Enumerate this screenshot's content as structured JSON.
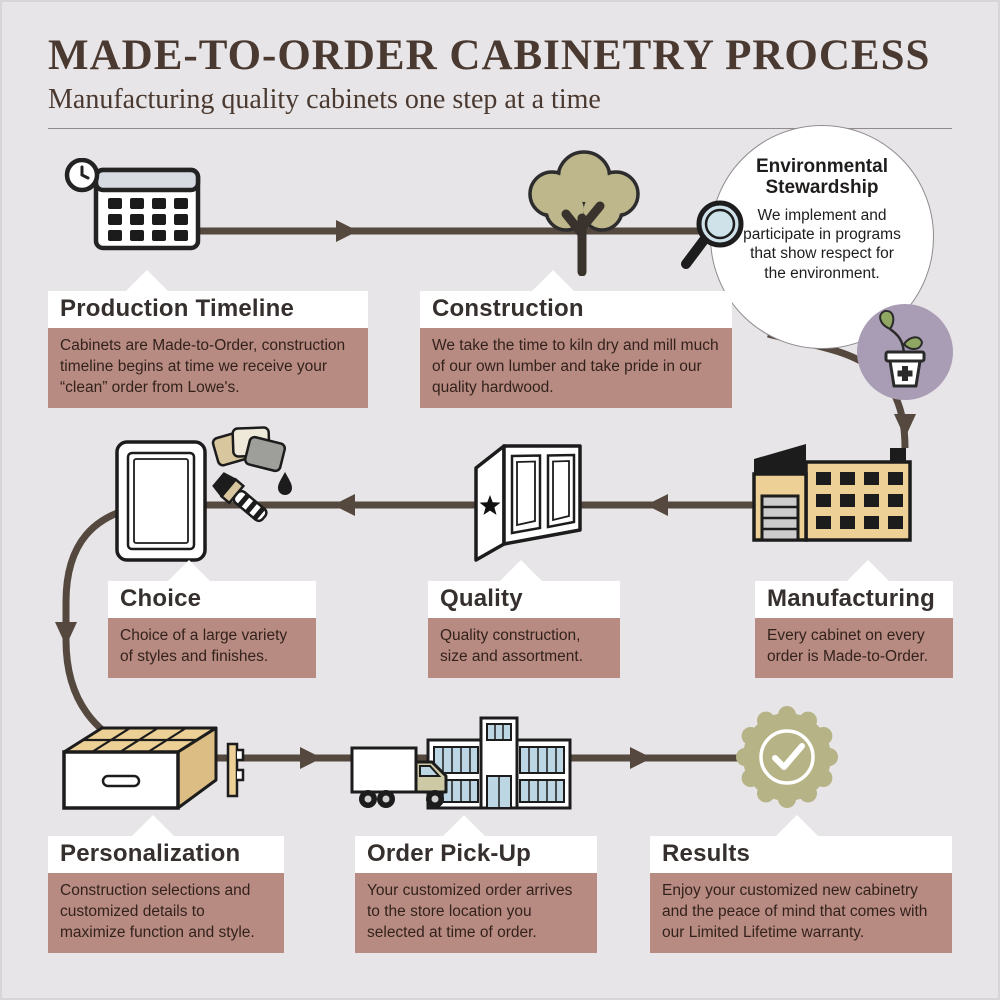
{
  "page": {
    "title": "MADE-TO-ORDER CABINETRY PROCESS",
    "subtitle": "Manufacturing quality cabinets one step at a time"
  },
  "callout": {
    "title_line1": "Environmental",
    "title_line2": "Stewardship",
    "body": "We implement and participate in programs that show respect for the environment.",
    "icon": "magnifying-glass-icon",
    "badge_icon": "plant-pot-icon"
  },
  "steps": [
    {
      "id": "production-timeline",
      "title": "Production Timeline",
      "body": "Cabinets are Made-to-Order, construction timeline begins at time we receive your “clean” order from Lowe's.",
      "icon": "calendar-clock-icon"
    },
    {
      "id": "construction",
      "title": "Construction",
      "body": "We take the time to kiln dry and mill much of our own lumber and take pride in our quality hardwood.",
      "icon": "tree-icon"
    },
    {
      "id": "manufacturing",
      "title": "Manufacturing",
      "body": "Every cabinet on every order is Made-to-Order.",
      "icon": "factory-icon"
    },
    {
      "id": "quality",
      "title": "Quality",
      "body": "Quality construction, size and assortment.",
      "icon": "cabinet-box-icon"
    },
    {
      "id": "choice",
      "title": "Choice",
      "body": "Choice of a large variety of styles and finishes.",
      "icon": "door-swatches-paintbrush-icon"
    },
    {
      "id": "personalization",
      "title": "Personalization",
      "body": "Construction selections and customized details to maximize function and style.",
      "icon": "open-drawer-icon"
    },
    {
      "id": "order-pickup",
      "title": "Order Pick-Up",
      "body": "Your customized order arrives to the store location you selected at time of order.",
      "icon": "truck-store-icon"
    },
    {
      "id": "results",
      "title": "Results",
      "body": "Enjoy your customized new cabinetry and the peace of mind that comes with our Limited Lifetime warranty.",
      "icon": "ribbon-check-icon"
    }
  ],
  "colors": {
    "background": "#e7e5e7",
    "title_text": "#4a3930",
    "flow_line": "#55483e",
    "step_header_bg": "#ffffff",
    "step_header_text": "#35302d",
    "step_body_bg": "#b78b82",
    "step_body_text": "#33221c",
    "tree_green": "#bdb78b",
    "badge_green": "#b6b386",
    "plant_circle": "#a99cb5",
    "factory_tan": "#ecd096",
    "glass_blue": "#bcd6e4"
  }
}
